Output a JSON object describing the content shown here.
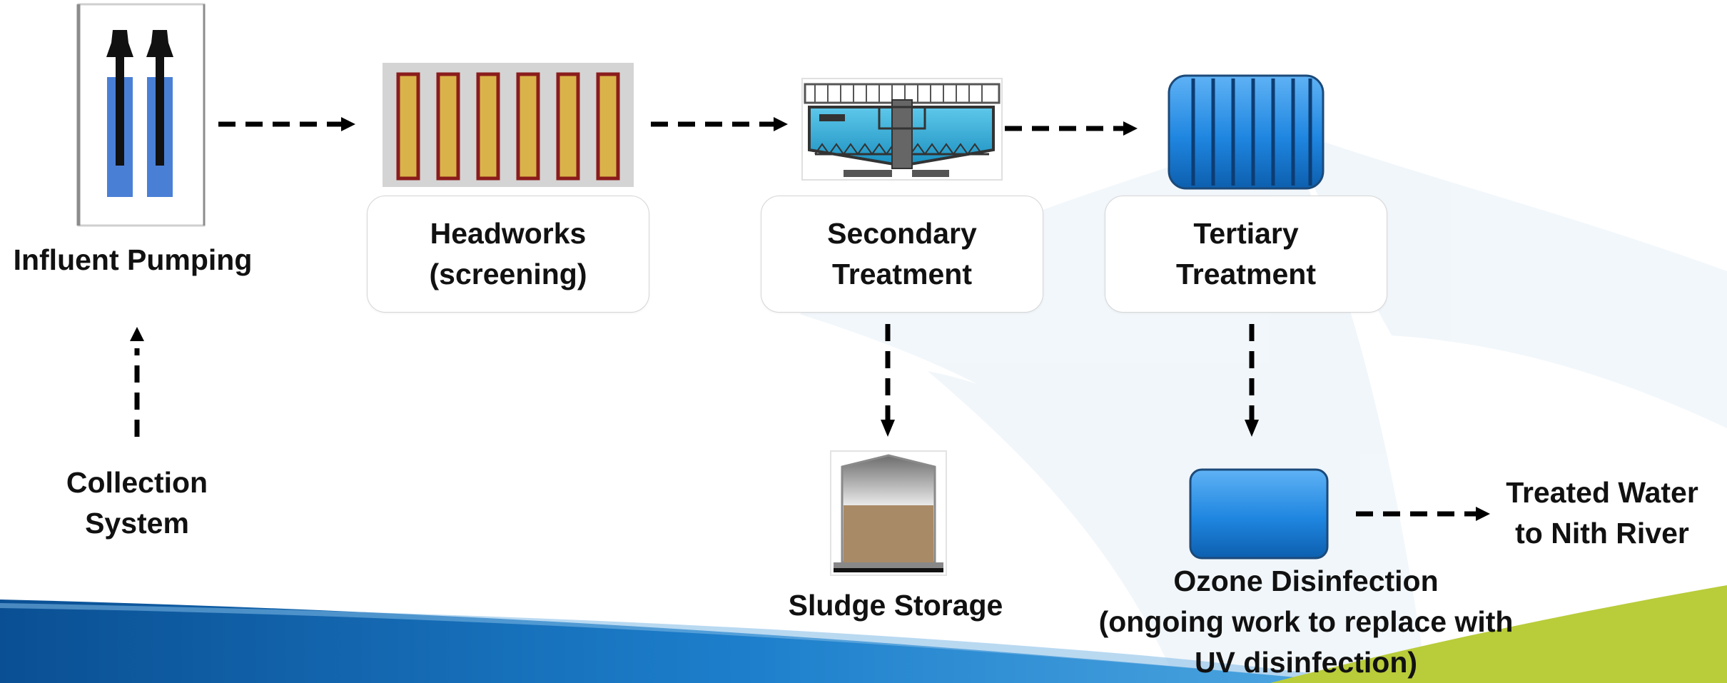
{
  "nodes": {
    "influent_pumping": {
      "label": "Influent Pumping",
      "icon": "pump-icon"
    },
    "headworks": {
      "line1": "Headworks",
      "line2": "(screening)",
      "icon": "screen-icon"
    },
    "secondary": {
      "line1": "Secondary",
      "line2": "Treatment",
      "icon": "clarifier-icon"
    },
    "tertiary": {
      "line1": "Tertiary",
      "line2": "Treatment",
      "icon": "filter-tank-icon"
    },
    "collection": {
      "line1": "Collection",
      "line2": "System"
    },
    "sludge": {
      "label": "Sludge Storage",
      "icon": "sludge-tank-icon"
    },
    "ozone": {
      "line1": "Ozone Disinfection",
      "line2": "(ongoing work to replace with",
      "line3": "UV disinfection)",
      "icon": "ozone-tank-icon"
    },
    "treated": {
      "line1": "Treated Water",
      "line2": "to Nith River"
    }
  },
  "edges": [
    {
      "from": "influent_pumping",
      "to": "headworks"
    },
    {
      "from": "headworks",
      "to": "secondary"
    },
    {
      "from": "secondary",
      "to": "tertiary"
    },
    {
      "from": "collection",
      "to": "influent_pumping"
    },
    {
      "from": "secondary",
      "to": "sludge"
    },
    {
      "from": "tertiary",
      "to": "ozone"
    },
    {
      "from": "ozone",
      "to": "treated"
    }
  ],
  "colors": {
    "band_dark_blue": "#0a4f93",
    "band_mid_blue": "#1d7fcc",
    "band_green": "#b9cc3a",
    "pipe_blue": "#4a7fd6",
    "screen_gold": "#d9b34a",
    "screen_red": "#8b1c1c",
    "tank_blue": "#1f86e0",
    "sludge_brown": "#a98a66"
  }
}
